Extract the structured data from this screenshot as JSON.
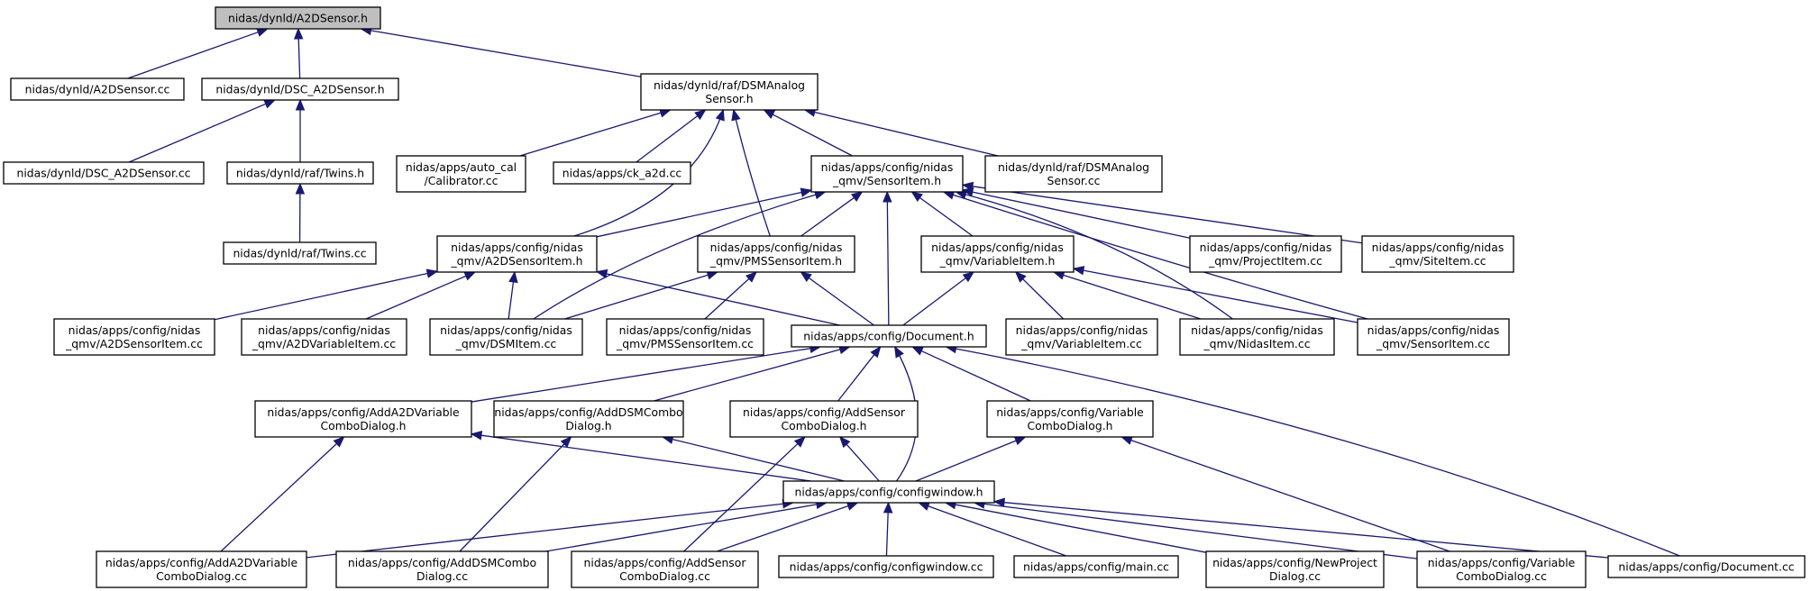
{
  "graph": {
    "edge_color": "#191970",
    "root_fill": "#bfbfbf",
    "node_fill": "#ffffff",
    "nodes": [
      {
        "id": "a2dsensor_h",
        "lines": [
          "nidas/dynld/A2DSensor.h"
        ],
        "root": true
      },
      {
        "id": "a2dsensor_cc",
        "lines": [
          "nidas/dynld/A2DSensor.cc"
        ]
      },
      {
        "id": "dsc_a2dsensor_h",
        "lines": [
          "nidas/dynld/DSC_A2DSensor.h"
        ]
      },
      {
        "id": "dsmanalog_h",
        "lines": [
          "nidas/dynld/raf/DSMAnalog",
          "Sensor.h"
        ]
      },
      {
        "id": "dsc_a2dsensor_cc",
        "lines": [
          "nidas/dynld/DSC_A2DSensor.cc"
        ]
      },
      {
        "id": "twins_h",
        "lines": [
          "nidas/dynld/raf/Twins.h"
        ]
      },
      {
        "id": "calibrator_cc",
        "lines": [
          "nidas/apps/auto_cal",
          "/Calibrator.cc"
        ]
      },
      {
        "id": "ck_a2d_cc",
        "lines": [
          "nidas/apps/ck_a2d.cc"
        ]
      },
      {
        "id": "sensoritem_h",
        "lines": [
          "nidas/apps/config/nidas",
          "_qmv/SensorItem.h"
        ]
      },
      {
        "id": "dsmanalog_cc",
        "lines": [
          "nidas/dynld/raf/DSMAnalog",
          "Sensor.cc"
        ]
      },
      {
        "id": "twins_cc",
        "lines": [
          "nidas/dynld/raf/Twins.cc"
        ]
      },
      {
        "id": "a2dsensoritem_h",
        "lines": [
          "nidas/apps/config/nidas",
          "_qmv/A2DSensorItem.h"
        ]
      },
      {
        "id": "pmssensoritem_h",
        "lines": [
          "nidas/apps/config/nidas",
          "_qmv/PMSSensorItem.h"
        ]
      },
      {
        "id": "variableitem_h",
        "lines": [
          "nidas/apps/config/nidas",
          "_qmv/VariableItem.h"
        ]
      },
      {
        "id": "projectitem_cc",
        "lines": [
          "nidas/apps/config/nidas",
          "_qmv/ProjectItem.cc"
        ]
      },
      {
        "id": "siteitem_cc",
        "lines": [
          "nidas/apps/config/nidas",
          "_qmv/SiteItem.cc"
        ]
      },
      {
        "id": "a2dsensoritem_cc",
        "lines": [
          "nidas/apps/config/nidas",
          "_qmv/A2DSensorItem.cc"
        ]
      },
      {
        "id": "a2dvariableitem_cc",
        "lines": [
          "nidas/apps/config/nidas",
          "_qmv/A2DVariableItem.cc"
        ]
      },
      {
        "id": "dsmitem_cc",
        "lines": [
          "nidas/apps/config/nidas",
          "_qmv/DSMItem.cc"
        ]
      },
      {
        "id": "pmssensoritem_cc",
        "lines": [
          "nidas/apps/config/nidas",
          "_qmv/PMSSensorItem.cc"
        ]
      },
      {
        "id": "document_h",
        "lines": [
          "nidas/apps/config/Document.h"
        ]
      },
      {
        "id": "variableitem_cc",
        "lines": [
          "nidas/apps/config/nidas",
          "_qmv/VariableItem.cc"
        ]
      },
      {
        "id": "nidasitem_cc",
        "lines": [
          "nidas/apps/config/nidas",
          "_qmv/NidasItem.cc"
        ]
      },
      {
        "id": "sensoritem_cc",
        "lines": [
          "nidas/apps/config/nidas",
          "_qmv/SensorItem.cc"
        ]
      },
      {
        "id": "adda2dvariable_h",
        "lines": [
          "nidas/apps/config/AddA2DVariable",
          "ComboDialog.h"
        ]
      },
      {
        "id": "adddsmcombo_h",
        "lines": [
          "nidas/apps/config/AddDSMCombo",
          "Dialog.h"
        ]
      },
      {
        "id": "addsensorcombo_h",
        "lines": [
          "nidas/apps/config/AddSensor",
          "ComboDialog.h"
        ]
      },
      {
        "id": "variablecombo_h",
        "lines": [
          "nidas/apps/config/Variable",
          "ComboDialog.h"
        ]
      },
      {
        "id": "configwindow_h",
        "lines": [
          "nidas/apps/config/configwindow.h"
        ]
      },
      {
        "id": "adda2dvariable_cc",
        "lines": [
          "nidas/apps/config/AddA2DVariable",
          "ComboDialog.cc"
        ]
      },
      {
        "id": "adddsmcombo_cc",
        "lines": [
          "nidas/apps/config/AddDSMCombo",
          "Dialog.cc"
        ]
      },
      {
        "id": "addsensorcombo_cc",
        "lines": [
          "nidas/apps/config/AddSensor",
          "ComboDialog.cc"
        ]
      },
      {
        "id": "configwindow_cc",
        "lines": [
          "nidas/apps/config/configwindow.cc"
        ]
      },
      {
        "id": "main_cc",
        "lines": [
          "nidas/apps/config/main.cc"
        ]
      },
      {
        "id": "newproject_cc",
        "lines": [
          "nidas/apps/config/NewProject",
          "Dialog.cc"
        ]
      },
      {
        "id": "variablecombo_cc",
        "lines": [
          "nidas/apps/config/Variable",
          "ComboDialog.cc"
        ]
      },
      {
        "id": "document_cc",
        "lines": [
          "nidas/apps/config/Document.cc"
        ]
      }
    ],
    "edges": [
      [
        "a2dsensor_cc",
        "a2dsensor_h"
      ],
      [
        "dsc_a2dsensor_h",
        "a2dsensor_h"
      ],
      [
        "dsmanalog_h",
        "a2dsensor_h"
      ],
      [
        "dsc_a2dsensor_cc",
        "dsc_a2dsensor_h"
      ],
      [
        "twins_h",
        "dsc_a2dsensor_h"
      ],
      [
        "twins_cc",
        "twins_h"
      ],
      [
        "calibrator_cc",
        "dsmanalog_h"
      ],
      [
        "ck_a2d_cc",
        "dsmanalog_h"
      ],
      [
        "sensoritem_h",
        "dsmanalog_h"
      ],
      [
        "dsmanalog_cc",
        "dsmanalog_h"
      ],
      [
        "a2dsensoritem_h",
        "dsmanalog_h"
      ],
      [
        "pmssensoritem_h",
        "dsmanalog_h"
      ],
      [
        "a2dsensoritem_h",
        "sensoritem_h"
      ],
      [
        "pmssensoritem_h",
        "sensoritem_h"
      ],
      [
        "variableitem_h",
        "sensoritem_h"
      ],
      [
        "projectitem_cc",
        "sensoritem_h"
      ],
      [
        "siteitem_cc",
        "sensoritem_h"
      ],
      [
        "dsmitem_cc",
        "sensoritem_h"
      ],
      [
        "document_h",
        "sensoritem_h"
      ],
      [
        "nidasitem_cc",
        "sensoritem_h"
      ],
      [
        "sensoritem_cc",
        "sensoritem_h"
      ],
      [
        "a2dsensoritem_cc",
        "a2dsensoritem_h"
      ],
      [
        "a2dvariableitem_cc",
        "a2dsensoritem_h"
      ],
      [
        "dsmitem_cc",
        "a2dsensoritem_h"
      ],
      [
        "document_h",
        "a2dsensoritem_h"
      ],
      [
        "dsmitem_cc",
        "pmssensoritem_h"
      ],
      [
        "pmssensoritem_cc",
        "pmssensoritem_h"
      ],
      [
        "document_h",
        "pmssensoritem_h"
      ],
      [
        "document_h",
        "variableitem_h"
      ],
      [
        "variableitem_cc",
        "variableitem_h"
      ],
      [
        "nidasitem_cc",
        "variableitem_h"
      ],
      [
        "sensoritem_cc",
        "variableitem_h"
      ],
      [
        "adda2dvariable_h",
        "document_h"
      ],
      [
        "adddsmcombo_h",
        "document_h"
      ],
      [
        "addsensorcombo_h",
        "document_h"
      ],
      [
        "variablecombo_h",
        "document_h"
      ],
      [
        "configwindow_h",
        "document_h"
      ],
      [
        "document_cc",
        "document_h"
      ],
      [
        "adda2dvariable_cc",
        "adda2dvariable_h"
      ],
      [
        "configwindow_h",
        "adda2dvariable_h"
      ],
      [
        "adddsmcombo_cc",
        "adddsmcombo_h"
      ],
      [
        "configwindow_h",
        "adddsmcombo_h"
      ],
      [
        "addsensorcombo_cc",
        "addsensorcombo_h"
      ],
      [
        "configwindow_h",
        "addsensorcombo_h"
      ],
      [
        "configwindow_h",
        "variablecombo_h"
      ],
      [
        "variablecombo_cc",
        "variablecombo_h"
      ],
      [
        "adda2dvariable_cc",
        "configwindow_h"
      ],
      [
        "adddsmcombo_cc",
        "configwindow_h"
      ],
      [
        "addsensorcombo_cc",
        "configwindow_h"
      ],
      [
        "configwindow_cc",
        "configwindow_h"
      ],
      [
        "main_cc",
        "configwindow_h"
      ],
      [
        "newproject_cc",
        "configwindow_h"
      ],
      [
        "variablecombo_cc",
        "configwindow_h"
      ],
      [
        "document_cc",
        "configwindow_h"
      ]
    ]
  }
}
